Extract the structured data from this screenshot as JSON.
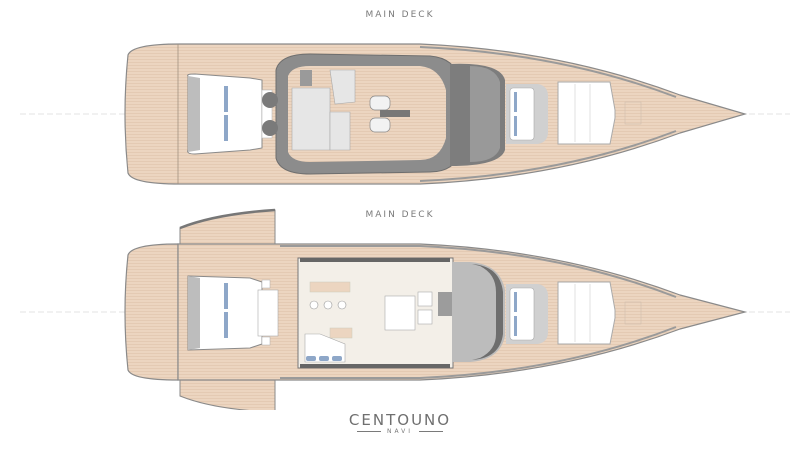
{
  "decks": [
    {
      "label": "MAIN DECK",
      "position": "upper plan"
    },
    {
      "label": "MAIN DECK",
      "position": "lower plan"
    }
  ],
  "brand": {
    "name": "CENTOUNO",
    "subname": "NAVI"
  },
  "colors": {
    "background": "#ffffff",
    "teak_deck": "#ecd5c0",
    "hull_outline": "#8a8a8a",
    "hardtop_gray": "#8c8c8c",
    "interior_floor": "#f3efe8",
    "cushion_blue": "#8ea7c8",
    "label_gray": "#7a7a7a"
  }
}
